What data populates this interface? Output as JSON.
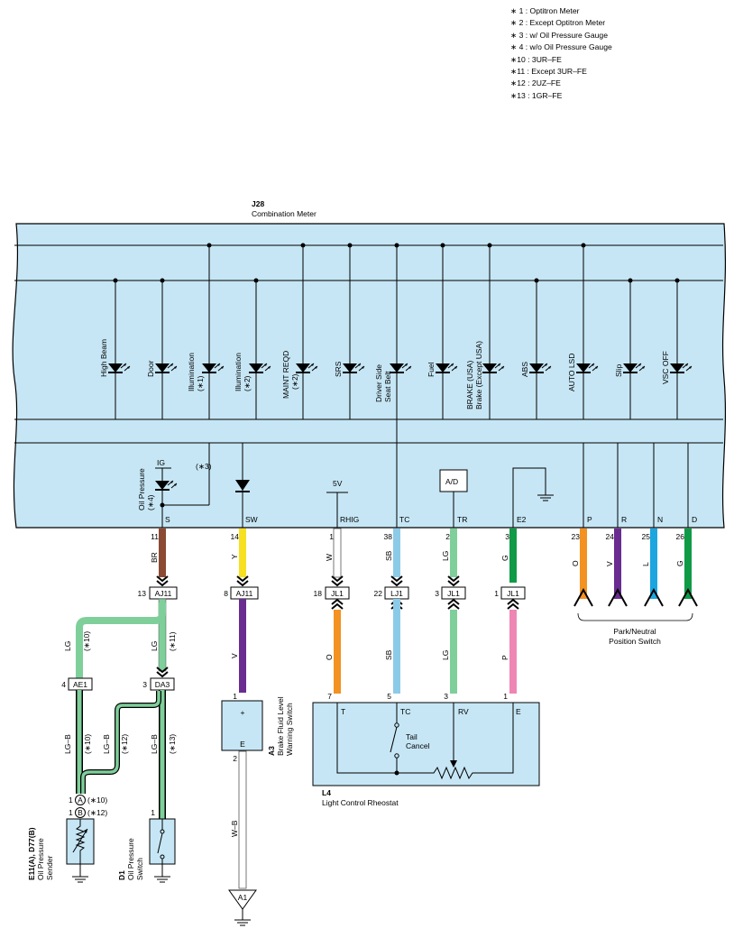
{
  "colors": {
    "panel": "#c6e6f5",
    "BR": "#8b4a33",
    "Y": "#f6e020",
    "V": "#6a2c91",
    "W": "#ffffff",
    "SB": "#8ccbe8",
    "LG": "#7fcf9b",
    "G": "#0f9a46",
    "O": "#f39121",
    "L": "#1ba6df",
    "P": "#ee86b4",
    "WB": "#ffffff"
  },
  "notes": [
    "∗ 1 : Optitron Meter",
    "∗ 2 : Except Optitron Meter",
    "∗ 3 : w/ Oil Pressure Gauge",
    "∗ 4 : w/o Oil Pressure Gauge",
    "∗10 : 3UR–FE",
    "∗11 : Except 3UR–FE",
    "∗12 : 2UZ–FE",
    "∗13 : 1GR–FE"
  ],
  "meter": {
    "code": "J28",
    "name": "Combination Meter"
  },
  "indicators": [
    "High Beam",
    "Door",
    "Illumination",
    "Illumination",
    "MAINT REQD",
    "SRS",
    "Driver Side",
    "Fuel",
    "BRAKE (USA)",
    "ABS",
    "AUTO LSD",
    "Slip",
    "VSC OFF"
  ],
  "indicator_sub": {
    "illum1": "(∗1)",
    "illum2": "(∗2)",
    "maint": "(∗2)",
    "seat_belt": "Seat Belt",
    "brake2": "Brake (Except USA)"
  },
  "lower": {
    "oil_pressure": "Oil Pressure",
    "oil_note": "(∗4)",
    "ig": "IG",
    "note3": "(∗3)",
    "v5": "5V",
    "ad": "A/D"
  },
  "terminals": [
    {
      "name": "S",
      "pin": "11",
      "wire": "BR"
    },
    {
      "name": "SW",
      "pin": "14",
      "wire": "Y"
    },
    {
      "name": "RHIG",
      "pin": "1",
      "wire": "W"
    },
    {
      "name": "TC",
      "pin": "38",
      "wire": "SB"
    },
    {
      "name": "TR",
      "pin": "2",
      "wire": "LG"
    },
    {
      "name": "E2",
      "pin": "3",
      "wire": "G"
    },
    {
      "name": "P",
      "pin": "23",
      "wire": "O"
    },
    {
      "name": "R",
      "pin": "24",
      "wire": "V"
    },
    {
      "name": "N",
      "pin": "25",
      "wire": "L"
    },
    {
      "name": "D",
      "pin": "26",
      "wire": "G"
    }
  ],
  "connectors": {
    "aj11a": {
      "pin": "13",
      "name": "AJ11"
    },
    "aj11b": {
      "pin": "8",
      "name": "AJ11"
    },
    "jl1a": {
      "pin": "18",
      "name": "JL1"
    },
    "lj1": {
      "pin": "22",
      "name": "LJ1"
    },
    "jl1b": {
      "pin": "3",
      "name": "JL1"
    },
    "jl1c": {
      "pin": "1",
      "name": "JL1"
    },
    "ae1": {
      "pin": "4",
      "name": "AE1"
    },
    "da3": {
      "pin": "3",
      "name": "DA3"
    }
  },
  "wires": {
    "lg": "LG",
    "lgb": "LG–B",
    "v": "V",
    "o": "O",
    "sb": "SB",
    "p": "P",
    "wb": "W–B"
  },
  "wire_notes": {
    "n10": "(∗10)",
    "n11": "(∗11)",
    "n12": "(∗12)",
    "n13": "(∗13)"
  },
  "pins": {
    "one": "1",
    "two": "2",
    "three": "3",
    "five": "5",
    "seven": "7"
  },
  "pn_switch": {
    "line1": "Park/Neutral",
    "line2": "Position Switch"
  },
  "brake_switch": {
    "code": "A3",
    "line1": "Brake Fluid Level",
    "line2": "Warning Switch",
    "plus": "+",
    "e": "E"
  },
  "rheostat": {
    "code": "L4",
    "name": "Light Control Rheostat",
    "t": "T",
    "tc": "TC",
    "rv": "RV",
    "e": "E",
    "tail1": "Tail",
    "tail2": "Cancel"
  },
  "sender": {
    "code": "E11(A), D77(B)",
    "line1": "Oil Pressure",
    "line2": "Sender",
    "pin_a_label": "A",
    "pin_b_label": "B",
    "note10": "(∗10)",
    "note12": "(∗12)"
  },
  "oil_switch": {
    "code": "D1",
    "line1": "Oil Pressure",
    "line2": "Switch"
  },
  "ground": {
    "code": "A1"
  }
}
